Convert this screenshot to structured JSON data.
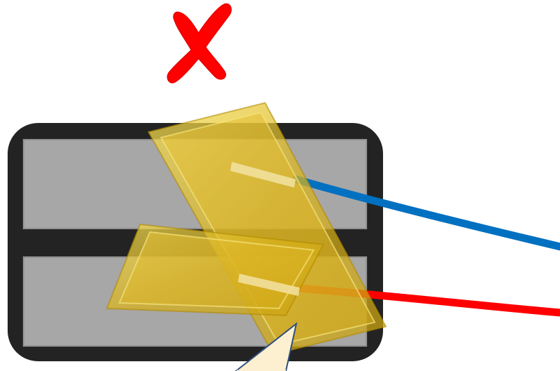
{
  "diagram": {
    "status_mark": {
      "icon": "cross-mark-icon",
      "meaning": "incorrect",
      "color": "#ff0000"
    },
    "device": {
      "body_color": "#232323",
      "slot_color": "#a7a7a7",
      "slot_count": 2
    },
    "tiles": {
      "count": 2,
      "color": "#e8c000"
    },
    "cables": [
      {
        "color": "#0070c0"
      },
      {
        "color": "#ff0000"
      }
    ],
    "callout": {
      "color": "#fdf0d0"
    }
  }
}
